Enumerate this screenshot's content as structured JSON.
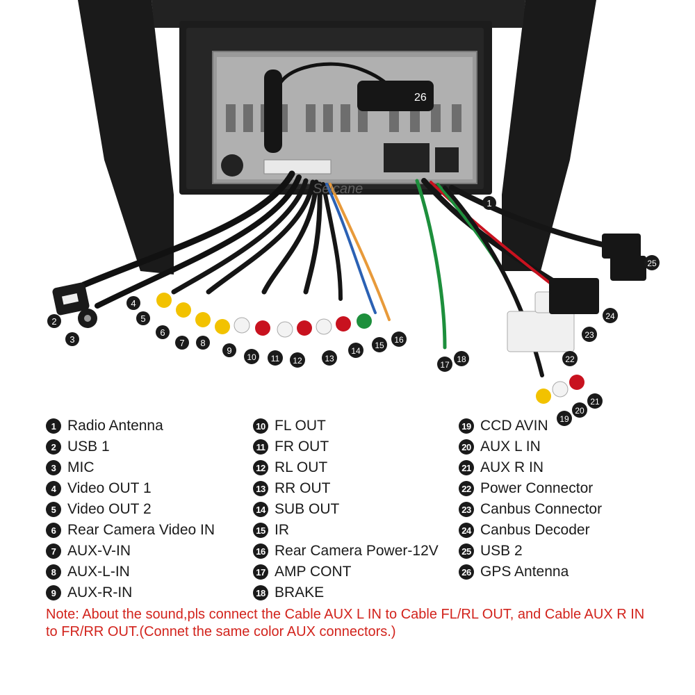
{
  "watermark": "Seicane",
  "legend": {
    "col1": [
      {
        "num": "1",
        "label": "Radio Antenna"
      },
      {
        "num": "2",
        "label": "USB 1"
      },
      {
        "num": "3",
        "label": "MIC"
      },
      {
        "num": "4",
        "label": "Video OUT 1"
      },
      {
        "num": "5",
        "label": "Video OUT 2"
      },
      {
        "num": "6",
        "label": "Rear Camera Video IN"
      },
      {
        "num": "7",
        "label": "AUX-V-IN"
      },
      {
        "num": "8",
        "label": "AUX-L-IN"
      },
      {
        "num": "9",
        "label": "AUX-R-IN"
      }
    ],
    "col2": [
      {
        "num": "10",
        "label": "FL OUT"
      },
      {
        "num": "11",
        "label": "FR OUT"
      },
      {
        "num": "12",
        "label": "RL OUT"
      },
      {
        "num": "13",
        "label": "RR OUT"
      },
      {
        "num": "14",
        "label": "SUB OUT"
      },
      {
        "num": "15",
        "label": "IR"
      },
      {
        "num": "16",
        "label": "Rear Camera Power-12V"
      },
      {
        "num": "17",
        "label": "AMP CONT"
      },
      {
        "num": "18",
        "label": "BRAKE"
      }
    ],
    "col3": [
      {
        "num": "19",
        "label": "CCD AVIN"
      },
      {
        "num": "20",
        "label": "AUX L IN"
      },
      {
        "num": "21",
        "label": "AUX R IN"
      },
      {
        "num": "22",
        "label": "Power Connector"
      },
      {
        "num": "23",
        "label": "Canbus Connector"
      },
      {
        "num": "24",
        "label": "Canbus Decoder"
      },
      {
        "num": "25",
        "label": "USB 2"
      },
      {
        "num": "26",
        "label": "GPS Antenna"
      }
    ]
  },
  "note": "Note: About the sound,pls connect the Cable AUX L IN to Cable FL/RL OUT, and Cable AUX R IN to FR/RR OUT.(Connet the same color AUX connectors.)",
  "callout_numbers": [
    "1",
    "2",
    "3",
    "4",
    "5",
    "6",
    "7",
    "8",
    "9",
    "10",
    "11",
    "12",
    "13",
    "14",
    "15",
    "16",
    "17",
    "18",
    "19",
    "20",
    "21",
    "22",
    "23",
    "24",
    "25",
    "26"
  ],
  "colors": {
    "note_red": "#d2231c",
    "badge_black": "#1a1a1a",
    "rca_yellow": "#f2c200",
    "rca_red": "#c8121f",
    "rca_white": "#f3f3f3",
    "rca_green": "#1d8f3c"
  }
}
